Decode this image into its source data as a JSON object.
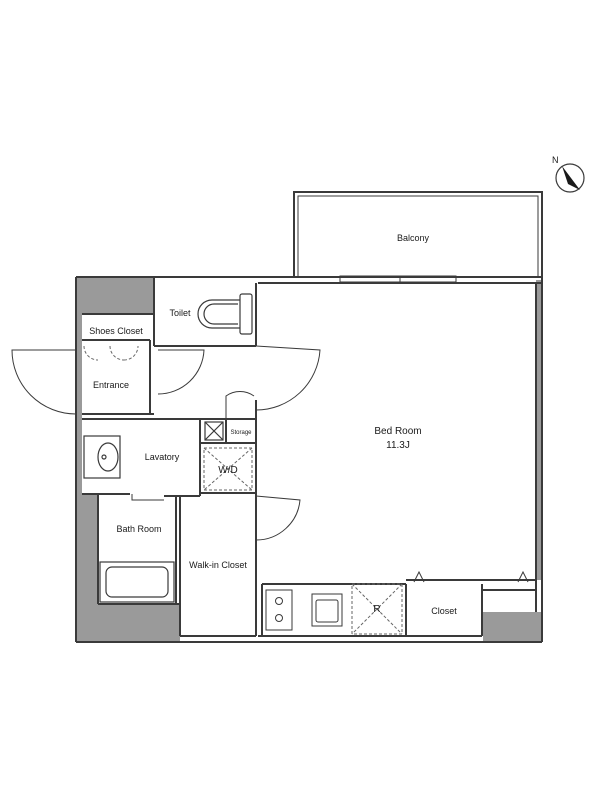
{
  "rooms": {
    "balcony": "Balcony",
    "toilet": "Toilet",
    "shoes_closet": "Shoes Closet",
    "entrance": "Entrance",
    "storage": "Storage",
    "lavatory": "Lavatory",
    "washer_dryer": "W/D",
    "bed_room": "Bed Room",
    "bed_room_size": "11.3J",
    "bath_room": "Bath Room",
    "walk_in_closet": "Walk-in Closet",
    "refrigerator": "R",
    "closet": "Closet"
  },
  "compass": {
    "north": "N"
  },
  "colors": {
    "wall_fill": "#9a9a9a",
    "line": "#3a3a3a",
    "thin_line": "#666666",
    "background": "#ffffff"
  }
}
